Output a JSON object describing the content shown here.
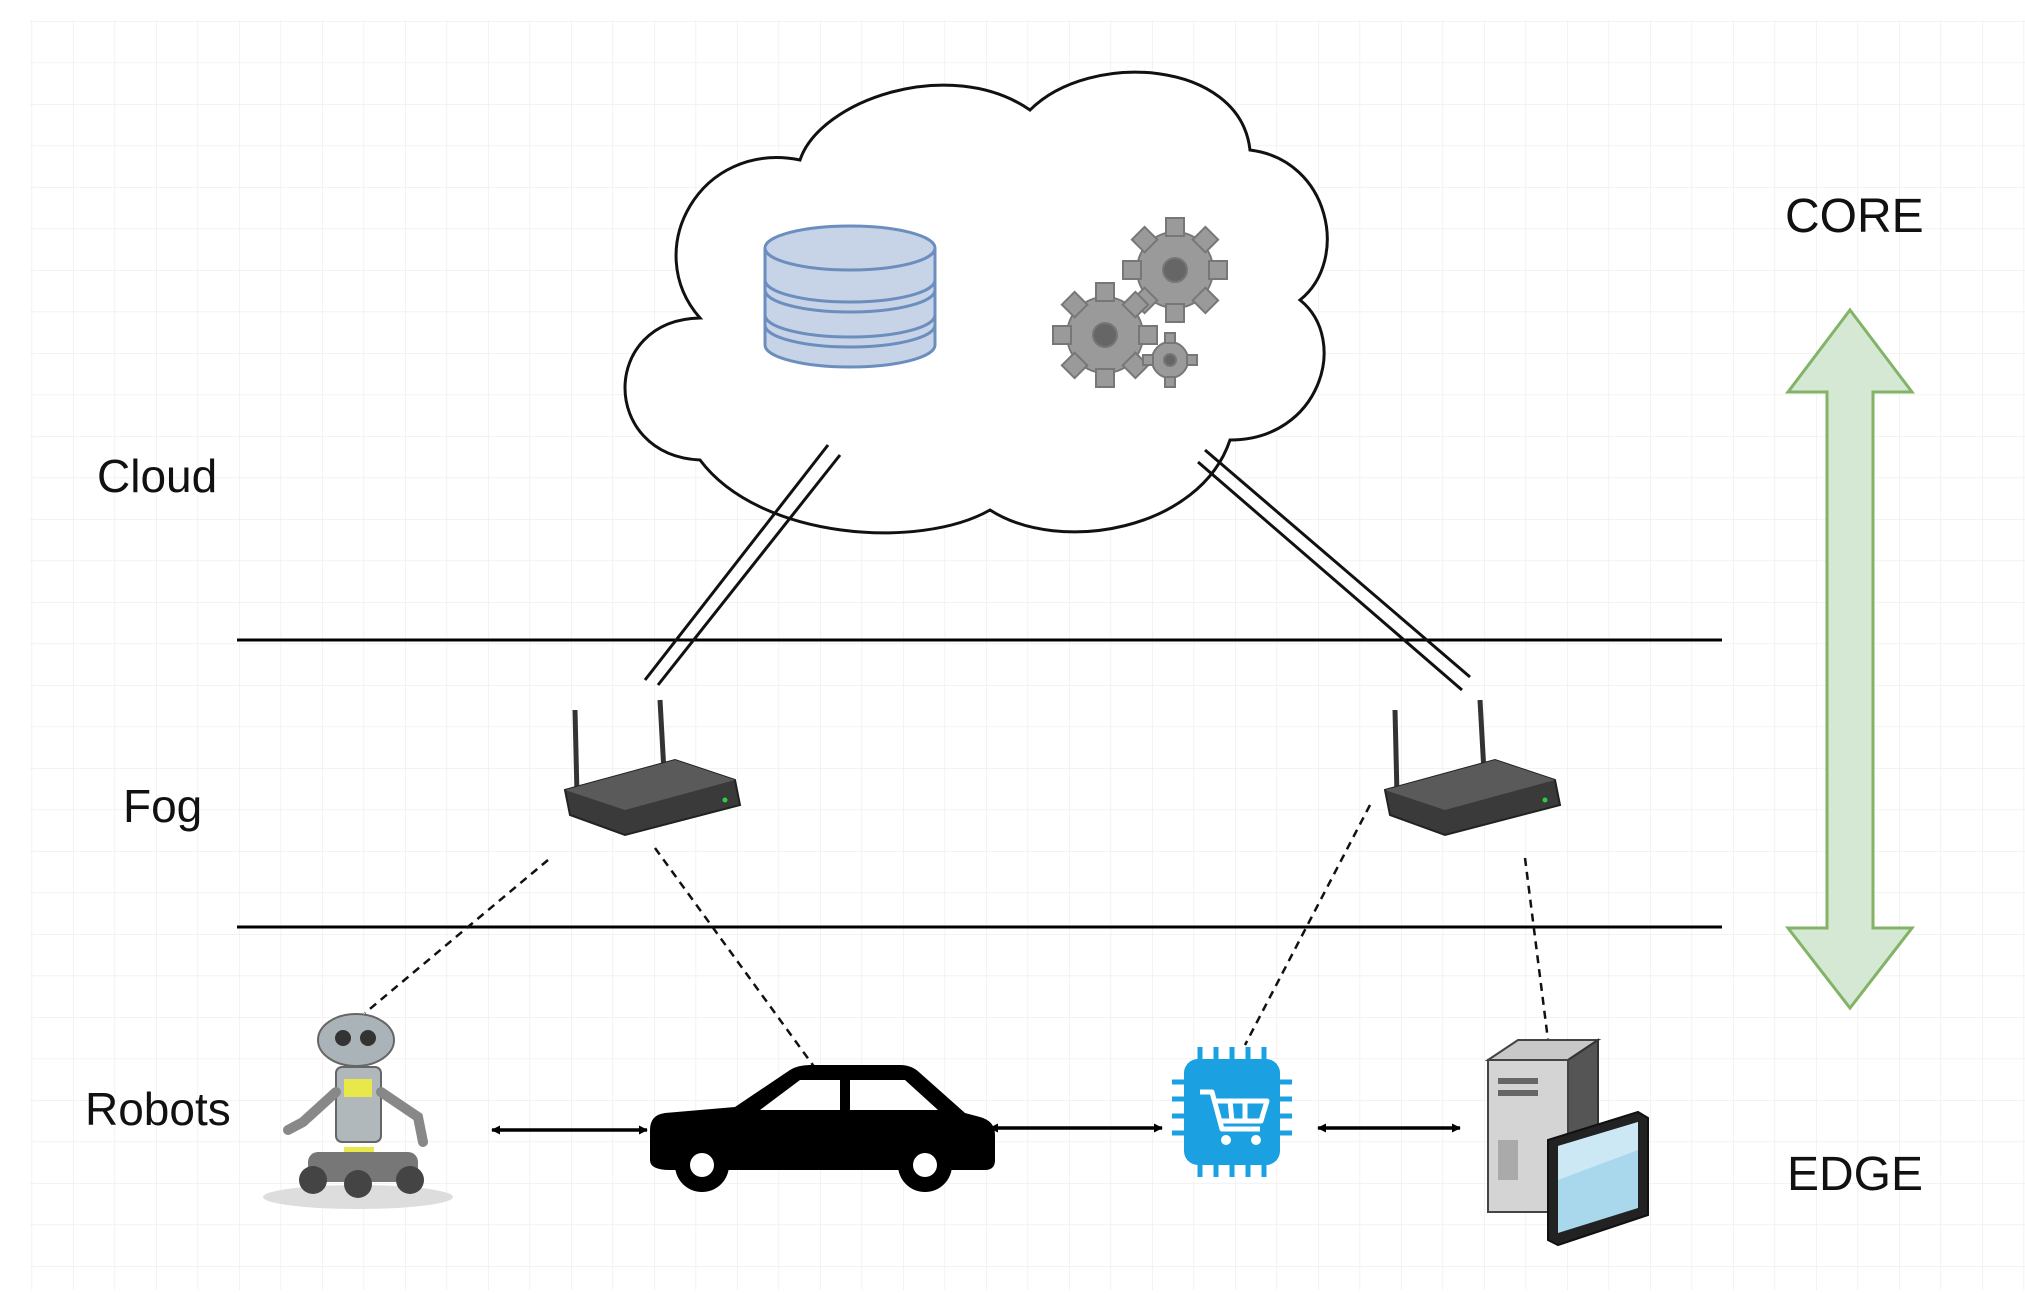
{
  "layers": {
    "cloud": "Cloud",
    "fog": "Fog",
    "robots": "Robots"
  },
  "axis": {
    "top": "CORE",
    "bottom": "EDGE",
    "arrow_color": "#82b366",
    "arrow_fill": "#d5e8d4"
  },
  "cloud_icons": [
    "database-icon",
    "gears-icon"
  ],
  "fog_nodes": [
    "wireless-router-icon",
    "wireless-router-icon"
  ],
  "edge_devices": [
    "robot-icon",
    "car-icon",
    "shopping-chip-icon",
    "server-monitor-icon"
  ],
  "colors": {
    "grid": "#e8e8e8",
    "database": "#6c8ebf",
    "database_fill": "#c7d3e6",
    "gears": "#808080",
    "chip": "#1ba1e2"
  }
}
